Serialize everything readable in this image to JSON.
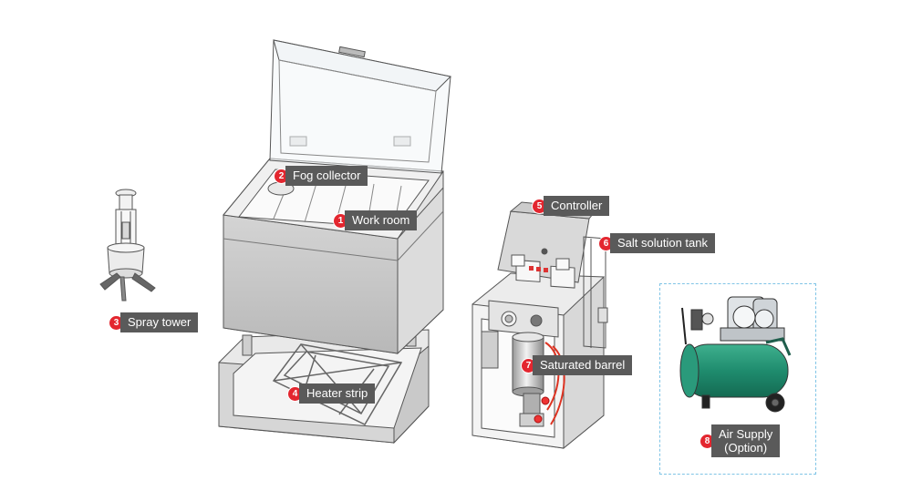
{
  "callouts": [
    {
      "num": "1",
      "label": "Work room"
    },
    {
      "num": "2",
      "label": "Fog collector"
    },
    {
      "num": "3",
      "label": "Spray tower"
    },
    {
      "num": "4",
      "label": "Heater strip"
    },
    {
      "num": "5",
      "label": "Controller"
    },
    {
      "num": "6",
      "label": "Salt solution tank"
    },
    {
      "num": "7",
      "label": "Saturated barrel"
    },
    {
      "num": "8",
      "label_line1": "Air Supply",
      "label_line2": "(Option)"
    }
  ],
  "colors": {
    "badge": "#e3262f",
    "label_bg": "#5a5a5a",
    "compressor_tank": "#1f8c6e",
    "dashed_border": "#7fc4e6",
    "panel": "#d9d9d9"
  }
}
